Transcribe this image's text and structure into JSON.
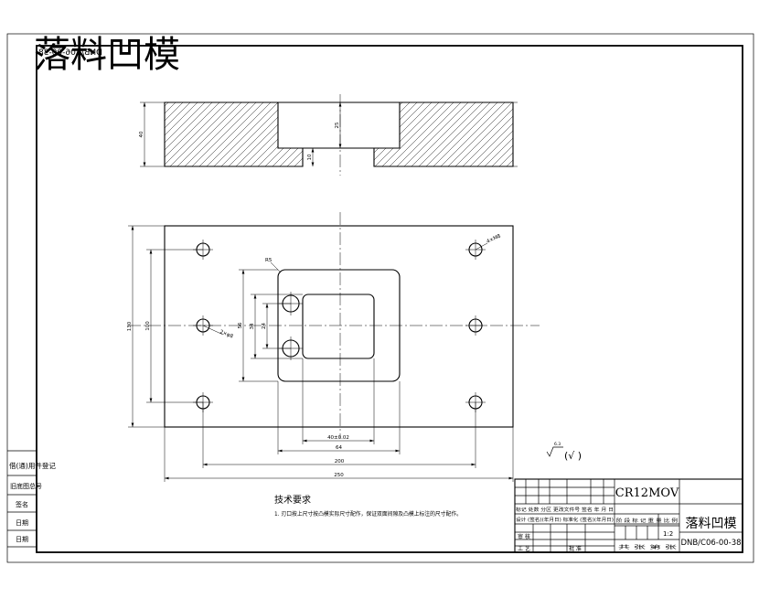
{
  "header": {
    "title": "落料凹模",
    "title_color": "#e8000b",
    "mirrored_code": "DNB/C06-00-38"
  },
  "section_view": {
    "dims": {
      "height": "40",
      "cavity_depth": "25",
      "step": "10"
    }
  },
  "plan_view": {
    "dims": {
      "plate_height": "130",
      "hole_pitch_v": "100",
      "cavity_height": "56",
      "die_opening_height": "34",
      "pin_pitch": "24",
      "die_opening_width": "40±0.02",
      "cavity_width": "64",
      "hole_pitch_h": "200",
      "plate_width": "250"
    },
    "callouts": {
      "screw_holes": "4×M8",
      "pin_holes": "2×φ8",
      "corner_radius": "R5"
    }
  },
  "roughness": {
    "value": "6.3",
    "rest": "(√ )"
  },
  "tech_requirements": {
    "heading": "技术要求",
    "items": [
      "1. 刃口按上尺寸按凸模实际尺寸配作，保证双面间隙及凸模上标注的尺寸配作。"
    ]
  },
  "title_block": {
    "material": "CR12MOV",
    "part_name": "落料凹模",
    "drawing_no": "DNB/C06-00-38",
    "scale": "1:2",
    "header_row": "标记 处数 分区 更改文件号 签名 年 月 日",
    "design_row": "设计 (签名)(年月日) 标准化 (签名)(年月日)",
    "stage_row": "阶 段 标 记  重 量  比 例",
    "review": "审 核",
    "process": "工 艺",
    "approve": "批 准",
    "sheets": "共  张  第  张"
  },
  "left_strip": {
    "rows": [
      "借(通)用件登记",
      "旧底图总号",
      "签名",
      "日期",
      "日期"
    ]
  }
}
